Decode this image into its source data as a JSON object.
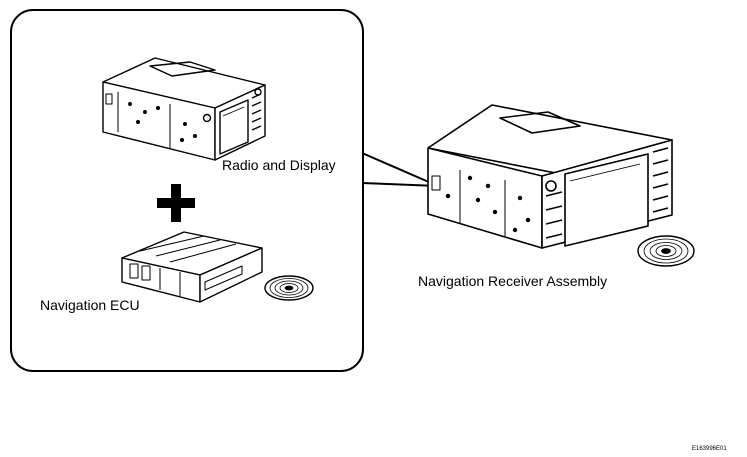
{
  "labels": {
    "radio_and_display": "Radio and Display",
    "navigation_ecu": "Navigation ECU",
    "navigation_receiver_assembly": "Navigation Receiver Assembly",
    "figure_code": "E163996E01"
  },
  "icons": {
    "combine": "plus-icon",
    "media": "disc-icon"
  },
  "colors": {
    "line": "#000000",
    "background": "#ffffff"
  }
}
